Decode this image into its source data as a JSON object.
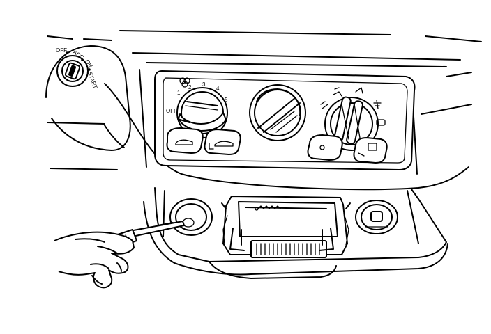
{
  "ignition": {
    "off": "OFF",
    "acc": "ACC",
    "on": "ON",
    "start": "START"
  },
  "fan_knob": {
    "positions": [
      "OFF",
      "1",
      "2",
      "3",
      "4",
      "5"
    ]
  }
}
